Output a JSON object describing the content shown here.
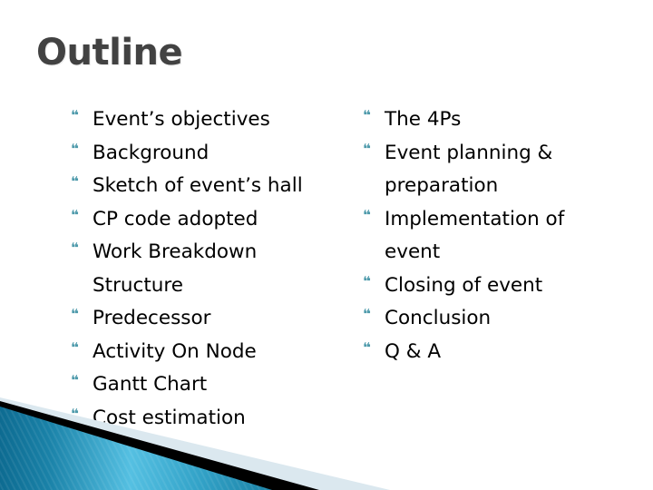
{
  "slide": {
    "title": "Outline",
    "title_color": "#424242",
    "bullet_color": "#4e9aab",
    "text_color": "#000000",
    "background_color": "#ffffff"
  },
  "bullets": {
    "marker_glyph": "❝",
    "left_column": [
      {
        "text": "Event’s objectives",
        "continuation": false
      },
      {
        "text": "Background",
        "continuation": false
      },
      {
        "text": "Sketch of event’s hall",
        "continuation": false
      },
      {
        "text": "CP code adopted",
        "continuation": false
      },
      {
        "text": "Work Breakdown",
        "continuation": false
      },
      {
        "text": "Structure",
        "continuation": true
      },
      {
        "text": "Predecessor",
        "continuation": false
      },
      {
        "text": "Activity On Node",
        "continuation": false
      },
      {
        "text": "Gantt Chart",
        "continuation": false
      },
      {
        "text": "Cost estimation",
        "continuation": false
      }
    ],
    "right_column": [
      {
        "text": "The 4Ps",
        "continuation": false
      },
      {
        "text": "Event planning &",
        "continuation": false
      },
      {
        "text": "preparation",
        "continuation": true
      },
      {
        "text": "Implementation of",
        "continuation": false
      },
      {
        "text": "event",
        "continuation": true
      },
      {
        "text": "Closing of event",
        "continuation": false
      },
      {
        "text": "Conclusion",
        "continuation": false
      },
      {
        "text": "Q & A",
        "continuation": false
      }
    ]
  },
  "decoration": {
    "teal_dark": "#0f6f96",
    "teal_mid": "#4fbbdd",
    "teal_light": "#2f9dc4",
    "black_stripe": "#000000",
    "pale_blue": "#dbe8ef"
  }
}
